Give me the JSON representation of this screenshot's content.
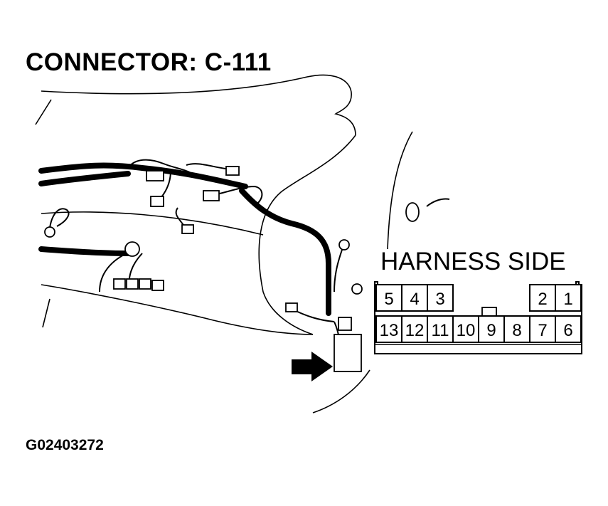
{
  "title": "CONNECTOR: C-111",
  "figure_ref": "G02403272",
  "connector": {
    "label": "HARNESS SIDE",
    "top_row": [
      "5",
      "4",
      "3",
      "2",
      "1"
    ],
    "bottom_row": [
      "13",
      "12",
      "11",
      "10",
      "9",
      "8",
      "7",
      "6"
    ]
  }
}
